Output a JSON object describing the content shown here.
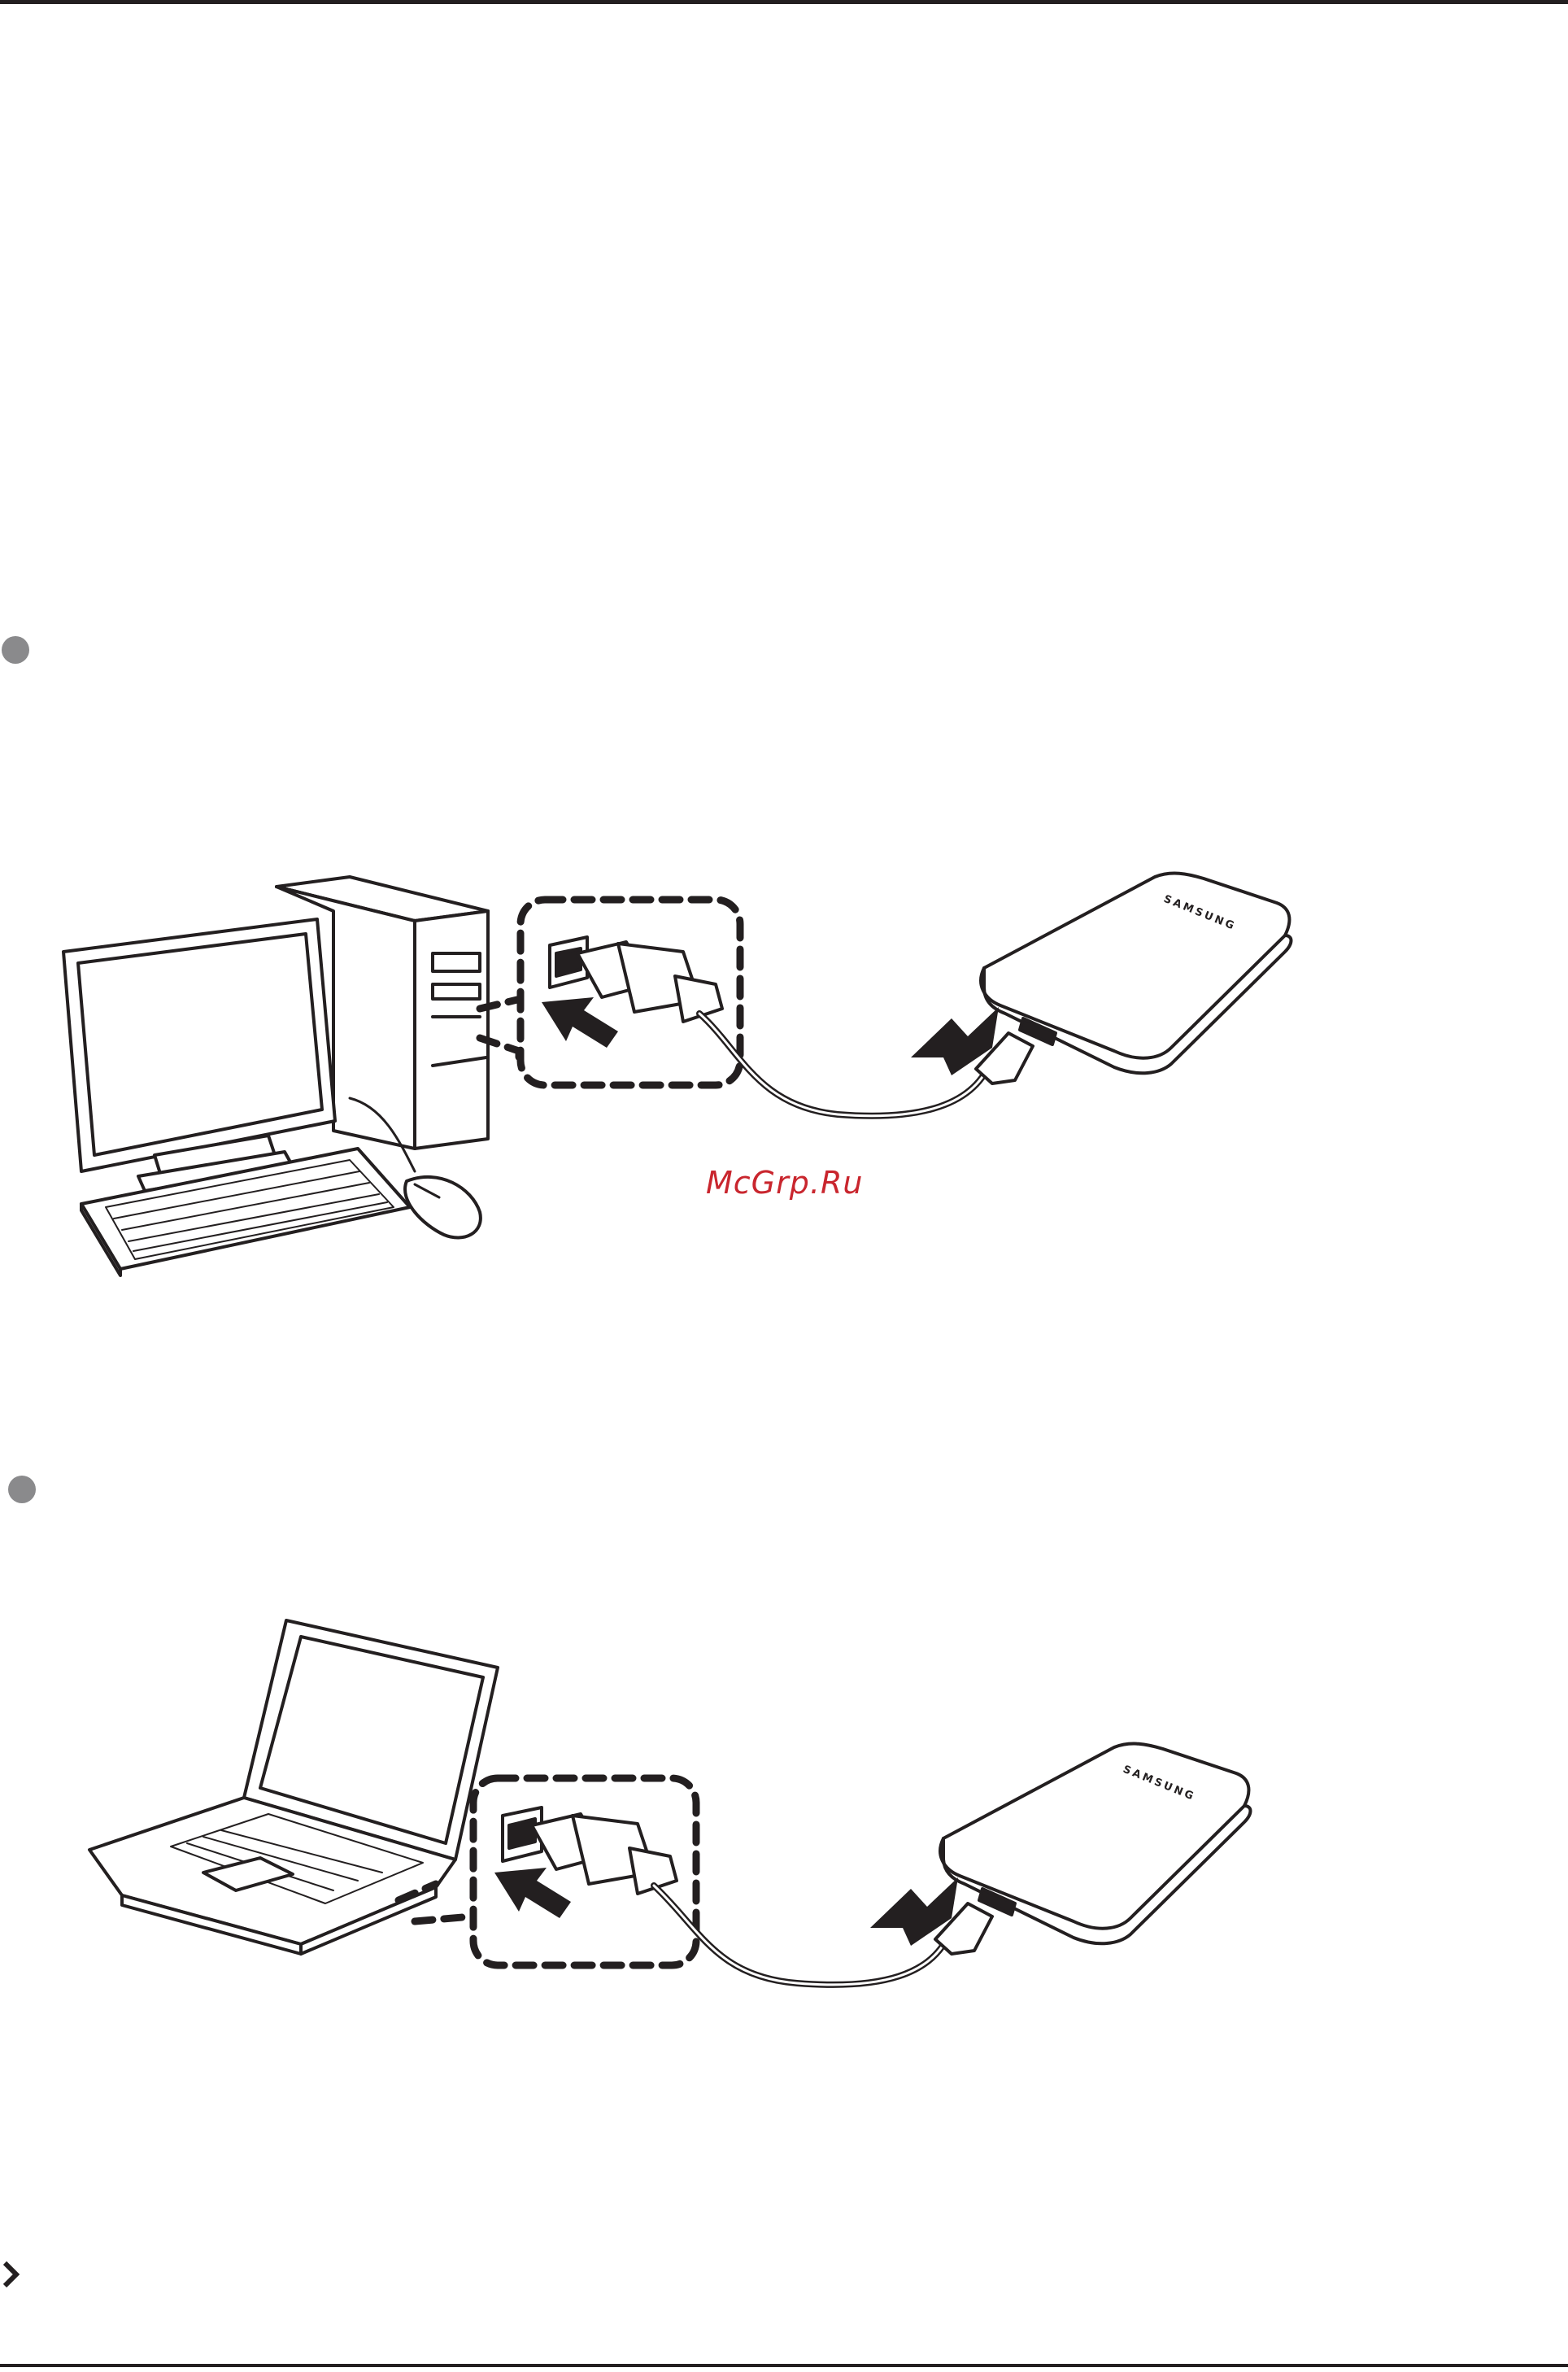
{
  "watermark": {
    "text": "McGrp.Ru"
  },
  "devices": {
    "brand_label": "SAMSUNG"
  },
  "colors": {
    "ink": "#231f20",
    "bullet": "#8a8a8c",
    "watermark": "#c9262e"
  },
  "icons": [
    "bullet-dot",
    "chevron-right-icon",
    "insert-arrow-icon",
    "usb-plug-icon"
  ]
}
